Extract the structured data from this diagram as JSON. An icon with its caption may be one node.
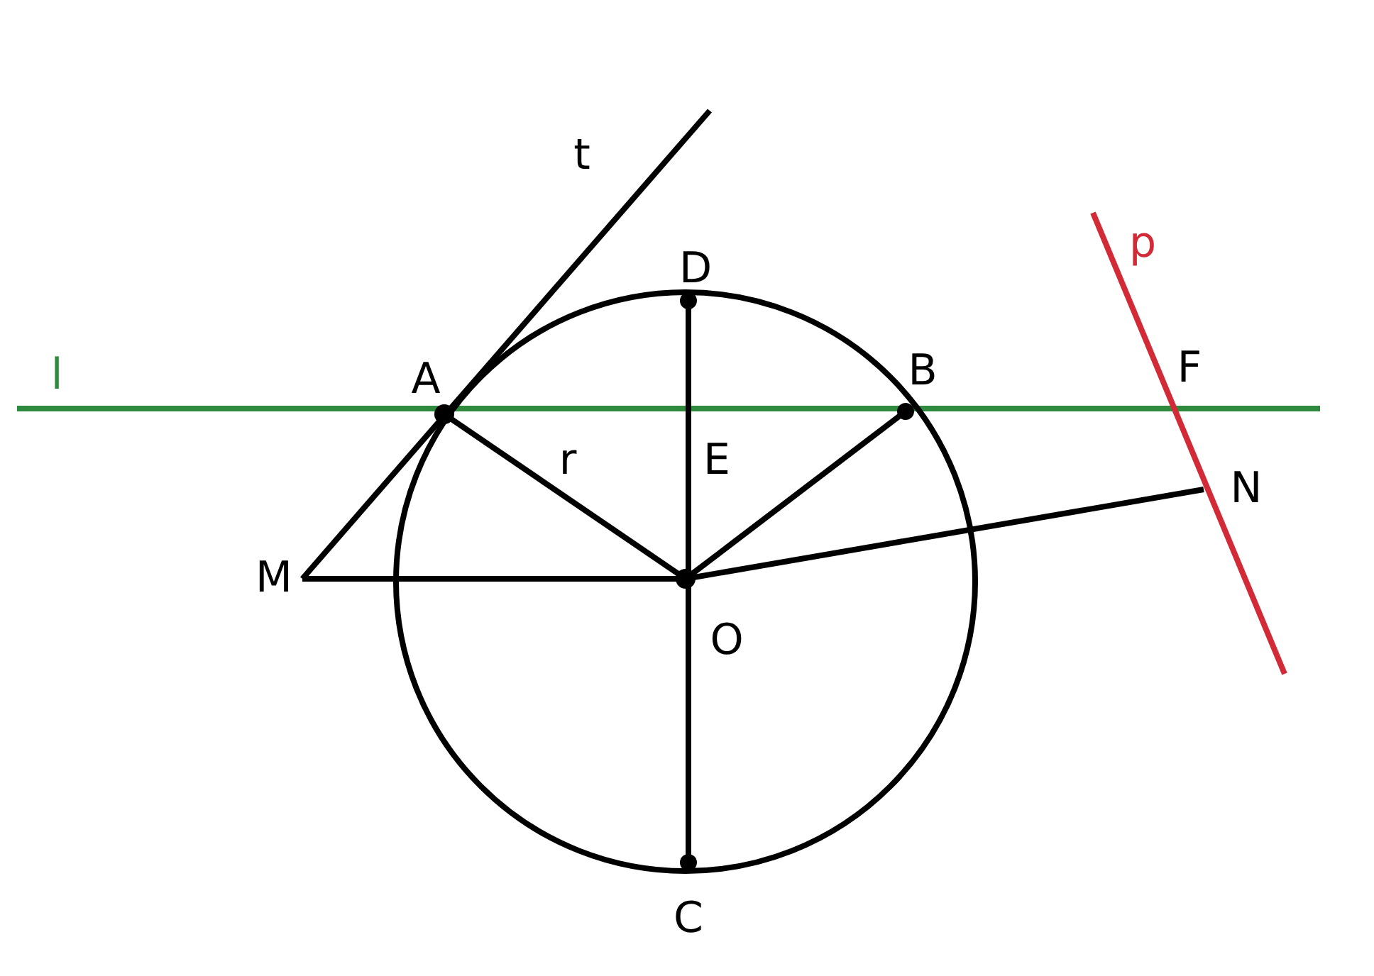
{
  "diagram": {
    "labels": [
      "t",
      "p",
      "D",
      "F",
      "B",
      "l",
      "A",
      "r",
      "E",
      "N",
      "M",
      "O",
      "C"
    ]
  }
}
